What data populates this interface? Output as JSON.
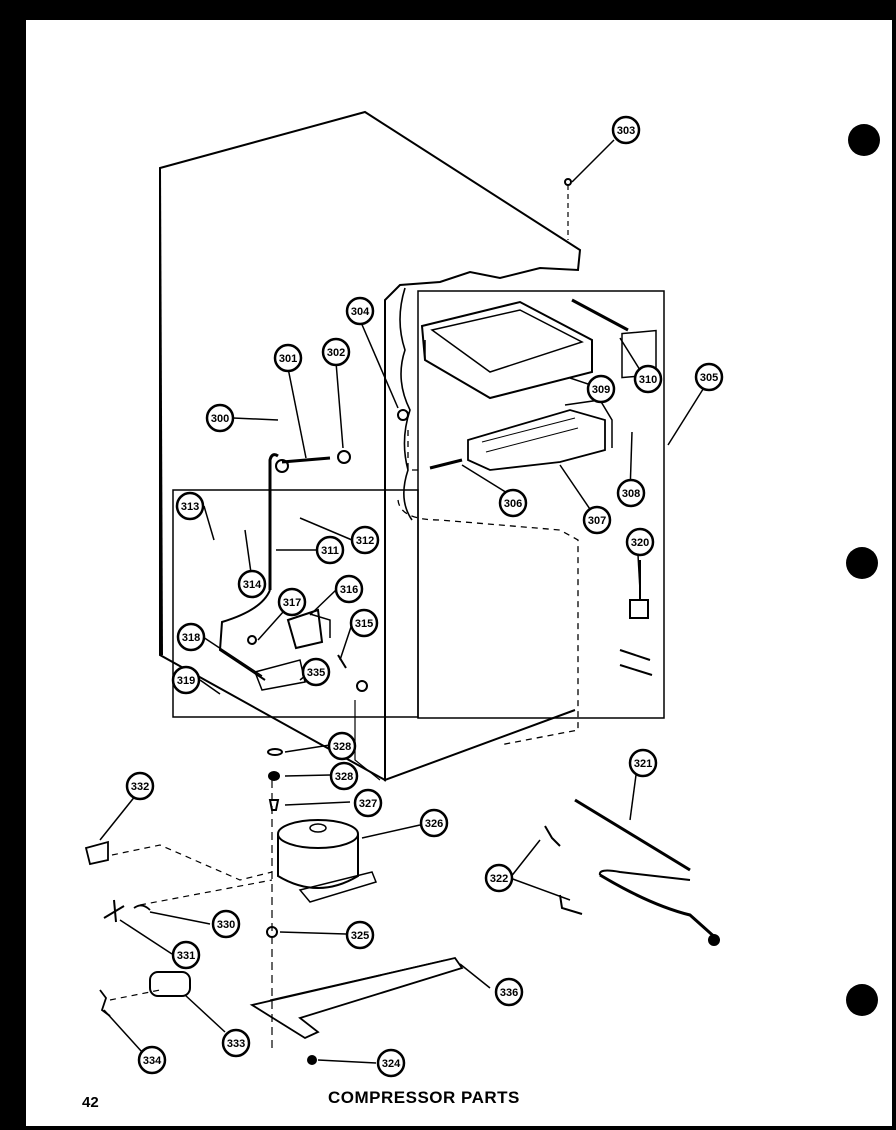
{
  "page": {
    "number": "42",
    "title": "COMPRESSOR PARTS"
  },
  "callouts": [
    {
      "id": "c300",
      "label": "300"
    },
    {
      "id": "c301",
      "label": "301"
    },
    {
      "id": "c302",
      "label": "302"
    },
    {
      "id": "c303",
      "label": "303"
    },
    {
      "id": "c304",
      "label": "304"
    },
    {
      "id": "c305",
      "label": "305"
    },
    {
      "id": "c306",
      "label": "306"
    },
    {
      "id": "c307",
      "label": "307"
    },
    {
      "id": "c308",
      "label": "308"
    },
    {
      "id": "c309",
      "label": "309"
    },
    {
      "id": "c310",
      "label": "310"
    },
    {
      "id": "c311",
      "label": "311"
    },
    {
      "id": "c312",
      "label": "312"
    },
    {
      "id": "c313",
      "label": "313"
    },
    {
      "id": "c314",
      "label": "314"
    },
    {
      "id": "c315",
      "label": "315"
    },
    {
      "id": "c316",
      "label": "316"
    },
    {
      "id": "c317",
      "label": "317"
    },
    {
      "id": "c318",
      "label": "318"
    },
    {
      "id": "c319",
      "label": "319"
    },
    {
      "id": "c320",
      "label": "320"
    },
    {
      "id": "c321",
      "label": "321"
    },
    {
      "id": "c322",
      "label": "322"
    },
    {
      "id": "c324",
      "label": "324"
    },
    {
      "id": "c325",
      "label": "325"
    },
    {
      "id": "c326",
      "label": "326"
    },
    {
      "id": "c327",
      "label": "327"
    },
    {
      "id": "c328a",
      "label": "328"
    },
    {
      "id": "c328b",
      "label": "328"
    },
    {
      "id": "c330",
      "label": "330"
    },
    {
      "id": "c331",
      "label": "331"
    },
    {
      "id": "c332",
      "label": "332"
    },
    {
      "id": "c333",
      "label": "333"
    },
    {
      "id": "c334",
      "label": "334"
    },
    {
      "id": "c335",
      "label": "335"
    },
    {
      "id": "c336",
      "label": "336"
    }
  ]
}
